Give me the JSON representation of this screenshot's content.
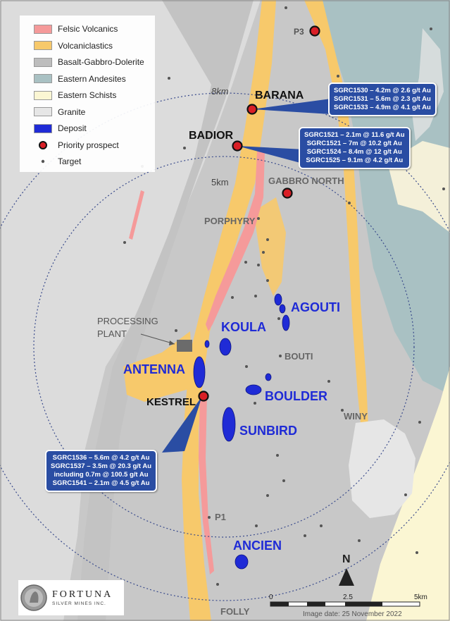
{
  "legend": {
    "items": [
      {
        "label": "Felsic Volcanics",
        "color": "#f59a9a",
        "kind": "swatch"
      },
      {
        "label": "Volcaniclastics",
        "color": "#f7c96b",
        "kind": "swatch"
      },
      {
        "label": "Basalt-Gabbro-Dolerite",
        "color": "#bdbdbd",
        "kind": "swatch"
      },
      {
        "label": "Eastern Andesites",
        "color": "#a9c1c3",
        "kind": "swatch"
      },
      {
        "label": "Eastern Schists",
        "color": "#fbf6d3",
        "kind": "swatch"
      },
      {
        "label": "Granite",
        "color": "#e6e6e6",
        "kind": "swatch"
      },
      {
        "label": "Deposit",
        "color": "#1f2bd6",
        "kind": "swatch"
      },
      {
        "label": "Priority prospect",
        "color": "#d91f26",
        "kind": "prospect"
      },
      {
        "label": "Target",
        "color": "#555555",
        "kind": "target"
      }
    ]
  },
  "radius_labels": {
    "r8": "8km",
    "r5": "5km"
  },
  "prospects": {
    "p3": "P3",
    "barana": "BARANA",
    "badior": "BADIOR",
    "gabbro_north": "GABBRO NORTH",
    "kestrel": "KESTREL"
  },
  "targets": {
    "porphyry": "PORPHYRY",
    "bouti": "BOUTI",
    "winy": "WINY",
    "p1": "P1",
    "folly": "FOLLY"
  },
  "deposits": {
    "agouti": "AGOUTI",
    "koula": "KOULA",
    "antenna": "ANTENNA",
    "boulder": "BOULDER",
    "sunbird": "SUNBIRD",
    "ancien": "ANCIEN"
  },
  "processing_plant": {
    "line1": "PROCESSING",
    "line2": "PLANT"
  },
  "callouts": {
    "barana": [
      "SGRC1530 – 4.2m @ 2.6 g/t Au",
      "SGRC1531 – 5.6m @ 2.3 g/t Au",
      "SGRC1533 – 4.9m @ 4.1 g/t Au"
    ],
    "badior": [
      "SGRC1521 – 2.1m @ 11.6 g/t Au",
      "SGRC1521 – 7m @ 10.2 g/t Au",
      "SGRC1524 – 8.4m @ 12 g/t Au",
      "SGRC1525 – 9.1m @ 4.2 g/t Au"
    ],
    "kestrel": [
      "SGRC1536 – 5.6m @ 4.2 g/t Au",
      "SGRC1537 – 3.5m @ 20.3 g/t Au",
      "including 0.7m @ 100.5 g/t Au",
      "SGRC1541 – 2.1m @ 4.5 g/t Au"
    ]
  },
  "north_arrow": "N",
  "scale_bar": {
    "ticks": [
      "0",
      "2.5",
      "5km"
    ]
  },
  "logo": {
    "name": "FORTUNA",
    "sub": "SILVER MINES INC."
  },
  "image_date": "Image date: 25 November 2022"
}
